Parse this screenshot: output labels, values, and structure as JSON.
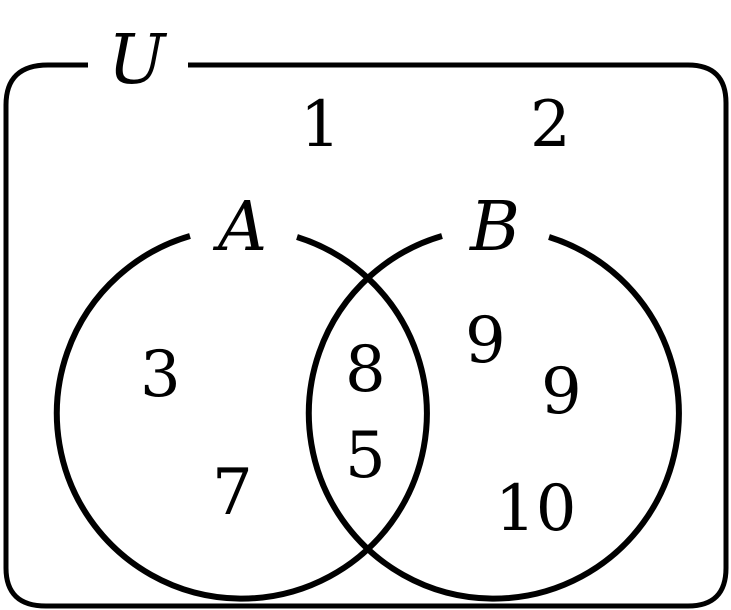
{
  "universe": {
    "label": "U",
    "elements_outside": [
      "1",
      "2"
    ]
  },
  "sets": [
    {
      "label": "A",
      "only": [
        "3",
        "7"
      ]
    },
    {
      "label": "B",
      "only": [
        "9",
        "9",
        "10"
      ]
    }
  ],
  "intersection": [
    "8",
    "5"
  ],
  "colors": {
    "stroke": "#000000",
    "background": "#ffffff"
  }
}
